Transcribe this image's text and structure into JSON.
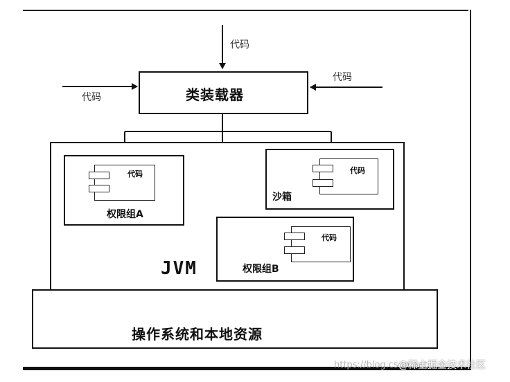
{
  "diagram": {
    "loader_label": "类装载器",
    "code_label": "代码",
    "jvm_label": "JVM",
    "group_a_label": "权限组A",
    "group_b_label": "权限组B",
    "sandbox_label": "沙箱",
    "os_label": "操作系统和本地资源"
  },
  "watermark": {
    "url": "https://blog.csdn.net/",
    "brand": "@稀土掘金技术社区"
  }
}
